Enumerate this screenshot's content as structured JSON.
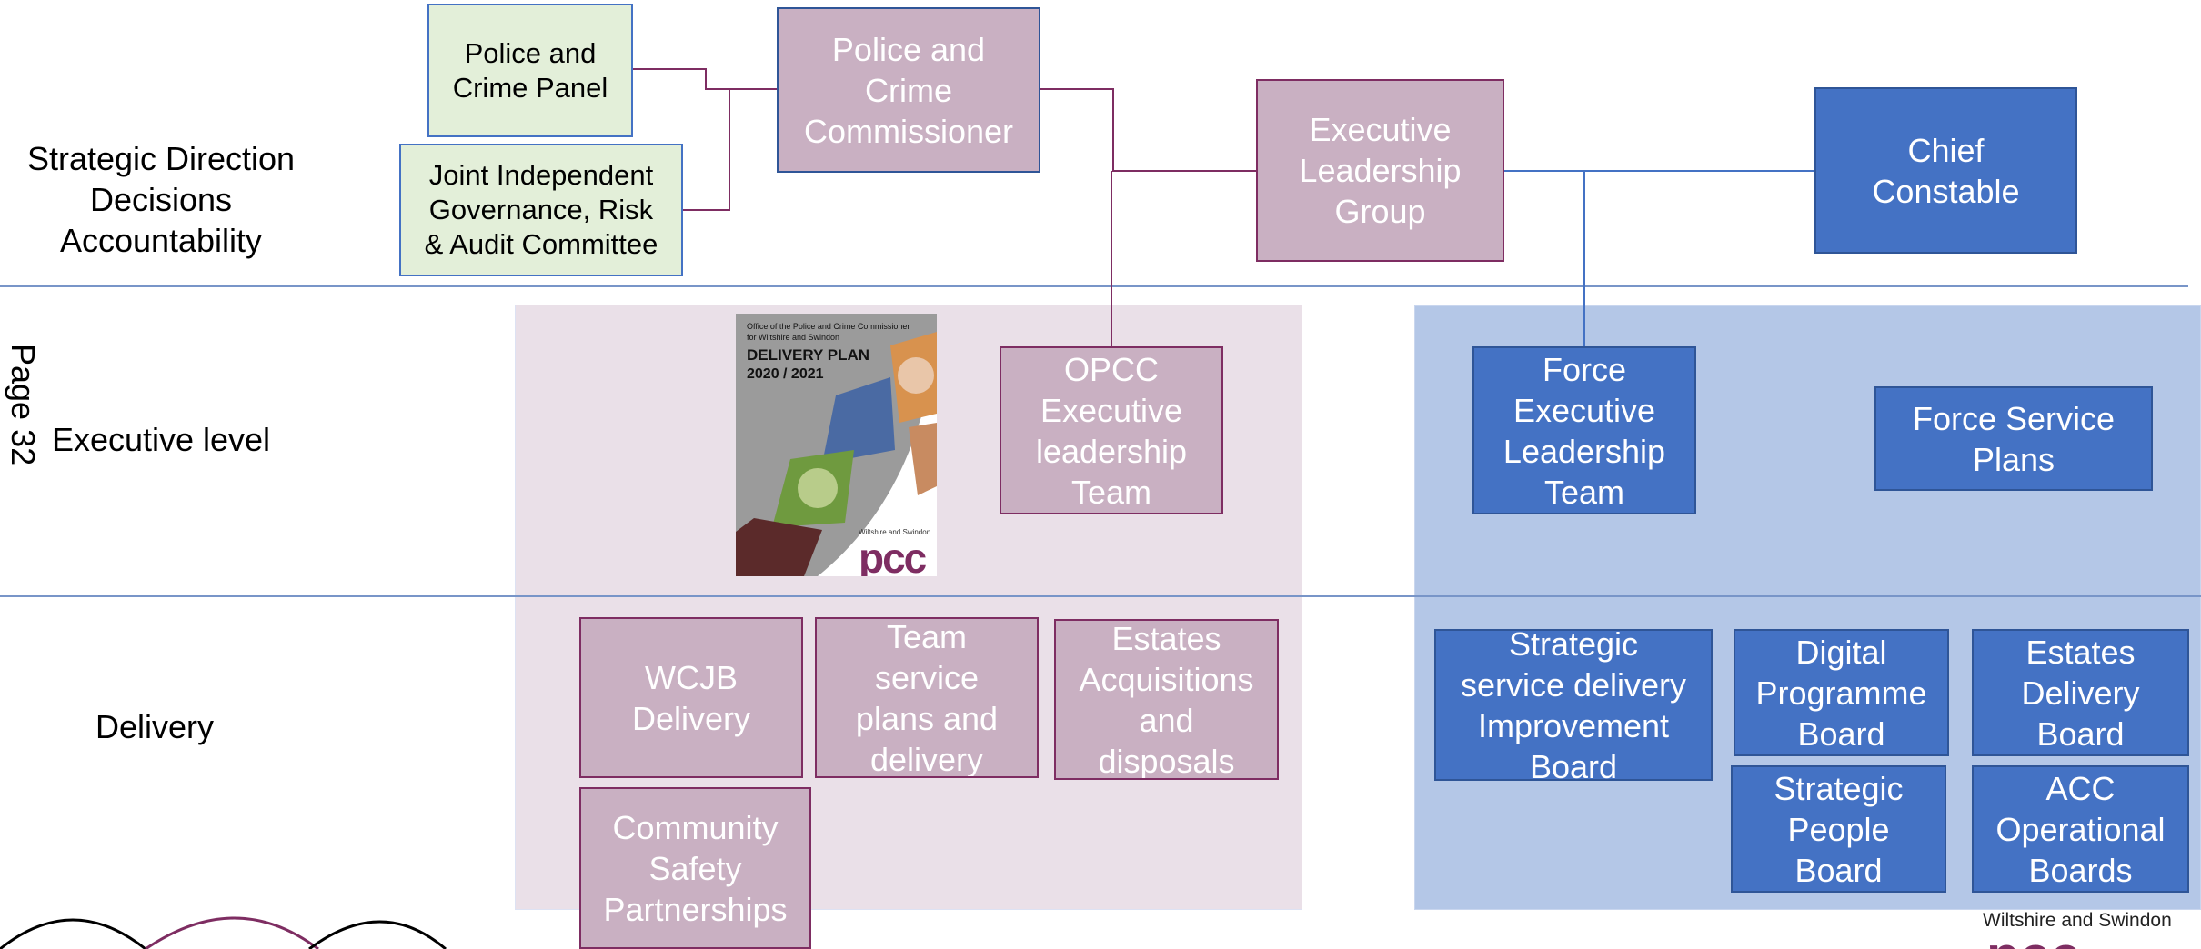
{
  "page": {
    "page_number": "Page 32",
    "footer_org": "Wiltshire and Swindon",
    "footer_logo": "pcc"
  },
  "rows": [
    {
      "key": "strategic",
      "label": "Strategic Direction\nDecisions\nAccountability"
    },
    {
      "key": "executive",
      "label": "Executive level"
    },
    {
      "key": "delivery",
      "label": "Delivery"
    }
  ],
  "boxes": {
    "police_crime_panel": "Police and\nCrime Panel",
    "joint_committee": "Joint Independent\nGovernance, Risk\n& Audit Committee",
    "pcc": "Police and\nCrime\nCommissioner",
    "exec_leadership_group": "Executive\nLeadership\nGroup",
    "chief_constable": "Chief\nConstable",
    "opcc_exec_team": "OPCC\nExecutive\nleadership\nTeam",
    "force_exec_team": "Force\nExecutive\nLeadership\nTeam",
    "force_service_plans": "Force Service\nPlans",
    "wcjb_delivery": "WCJB\nDelivery",
    "team_service_plans": "Team\nservice\nplans and\ndelivery",
    "estates_acquisitions": "Estates\nAcquisitions\nand\ndisposals",
    "community_safety": "Community\nSafety\nPartnerships",
    "strategic_service_delivery": "Strategic\nservice delivery\nImprovement\nBoard",
    "digital_programme": "Digital\nProgramme\nBoard",
    "estates_delivery": "Estates\nDelivery\nBoard",
    "strategic_people": "Strategic\nPeople\nBoard",
    "acc_operational": "ACC\nOperational\nBoards"
  },
  "delivery_plan": {
    "org": "Office of the Police and Crime Commissioner\nfor Wiltshire and Swindon",
    "title": "DELIVERY PLAN",
    "years": "2020 / 2021",
    "logo_org": "Wiltshire and Swindon",
    "logo": "pcc"
  },
  "colors": {
    "mauve": "#c9b0c2",
    "mauve_border": "#7e2d62",
    "blue": "#4472c4",
    "blue_border": "#2f5597",
    "green": "#e3efd9",
    "panel_pink": "#eae0e8",
    "panel_blue": "#b4c7e7",
    "divider": "#7895c8"
  }
}
